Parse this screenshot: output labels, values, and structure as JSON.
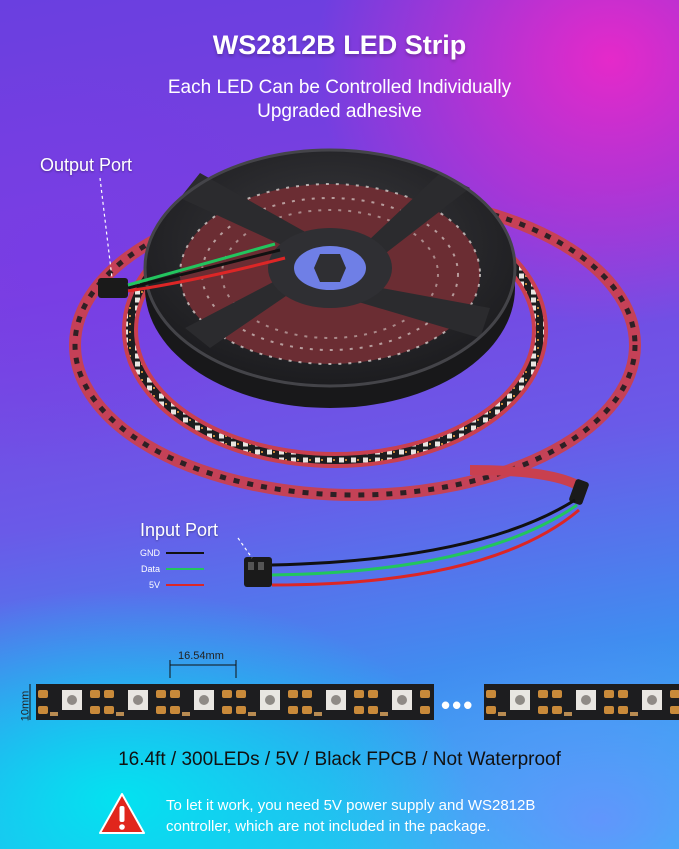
{
  "header": {
    "title": "WS2812B LED Strip",
    "subtitle_line1": "Each LED Can be Controlled Individually",
    "subtitle_line2": "Upgraded adhesive"
  },
  "callouts": {
    "output_port": "Output Port",
    "input_port": "Input Port"
  },
  "wires": [
    {
      "name": "GND",
      "color": "#111111"
    },
    {
      "name": "Data",
      "color": "#22c55e"
    },
    {
      "name": "5V",
      "color": "#dc2626"
    }
  ],
  "dimensions": {
    "length": "16.54mm",
    "width": "10mm"
  },
  "ellipsis": "•••",
  "specs": "16.4ft / 300LEDs / 5V / Black FPCB / Not Waterproof",
  "warning": {
    "icon": "warning-triangle-icon",
    "text": "To let it work, you need 5V power supply and WS2812B controller, which are not included in the package."
  },
  "colors": {
    "strip_base": "#c9404f",
    "strip_pcb": "#1d1d1f",
    "reel": "#2b2b2e",
    "warning_red": "#e1261c"
  }
}
